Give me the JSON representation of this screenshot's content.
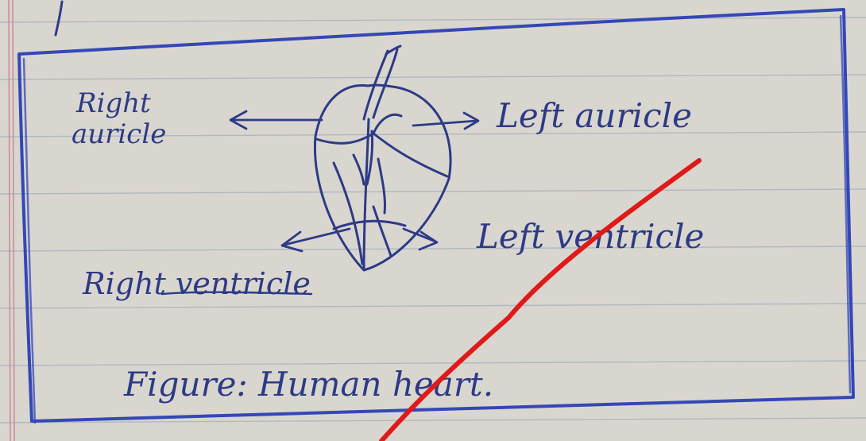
{
  "colors": {
    "paper": "#d9d6cf",
    "rule_line": "#aab3bf",
    "margin_line": "#c98a92",
    "pen_blue": "#2d3a86",
    "box_blue": "#3447b8",
    "red_mark": "#e01919"
  },
  "labels": {
    "right_auricle_line1": "Right",
    "right_auricle_line2": "auricle",
    "left_auricle": "Left auricle",
    "left_ventricle": "Left ventricle",
    "right_ventricle": "Right ventricle",
    "caption": "Figure: Human heart."
  }
}
